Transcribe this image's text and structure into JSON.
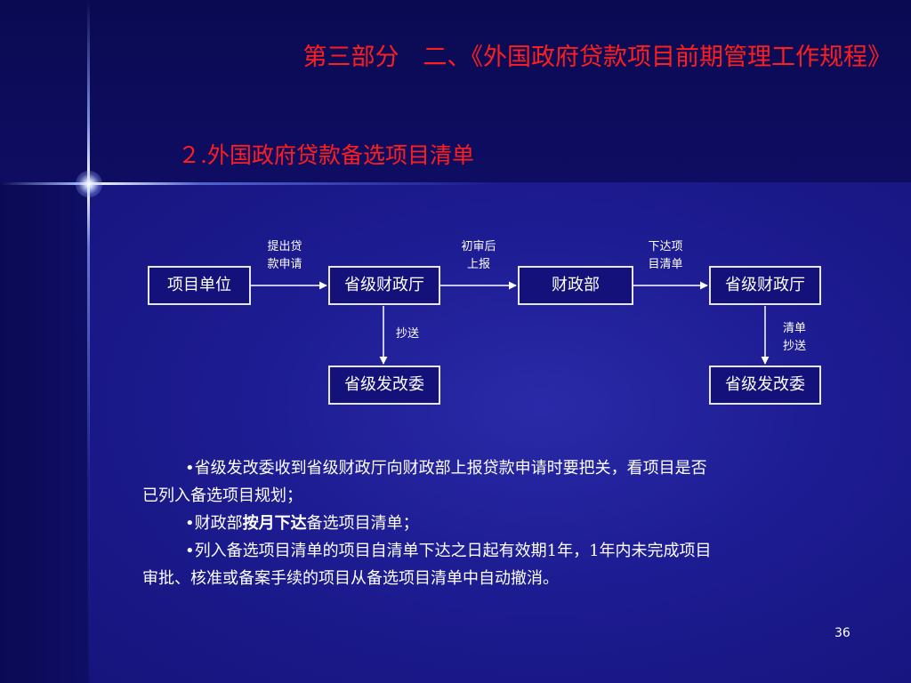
{
  "slide": {
    "header_title": "第三部分　二、《外国政府贷款项目前期管理工作规程》",
    "subtitle": "２.外国政府贷款备选项目清单",
    "page_number": "36"
  },
  "flowchart": {
    "nodes": {
      "project_unit": "项目单位",
      "provincial_finance_1": "省级财政厅",
      "ministry_of_finance": "财政部",
      "provincial_finance_2": "省级财政厅",
      "provincial_ndrc_1": "省级发改委",
      "provincial_ndrc_2": "省级发改委"
    },
    "labels": {
      "submit_loan_application": [
        "提出贷",
        "款申请"
      ],
      "preliminary_review_report": [
        "初审后",
        "上报"
      ],
      "issue_project_list": [
        "下达项",
        "目清单"
      ],
      "copy_to": [
        "抄送"
      ],
      "list_copy_to": [
        "清单",
        "抄送"
      ]
    }
  },
  "notes": {
    "bullet": "•",
    "item1_line1": "省级发改委收到省级财政厅向财政部上报贷款申请时要把关，看项目是否",
    "item1_line2": "已列入备选项目规划；",
    "item2_prefix": "财政部",
    "item2_emphasis": "按月下达",
    "item2_suffix": "备选项目清单；",
    "item3_line1": "列入备选项目清单的项目自清单下达之日起有效期1年，1年内未完成项目",
    "item3_line2": "审批、核准或备案手续的项目从备选项目清单中自动撤消。"
  }
}
